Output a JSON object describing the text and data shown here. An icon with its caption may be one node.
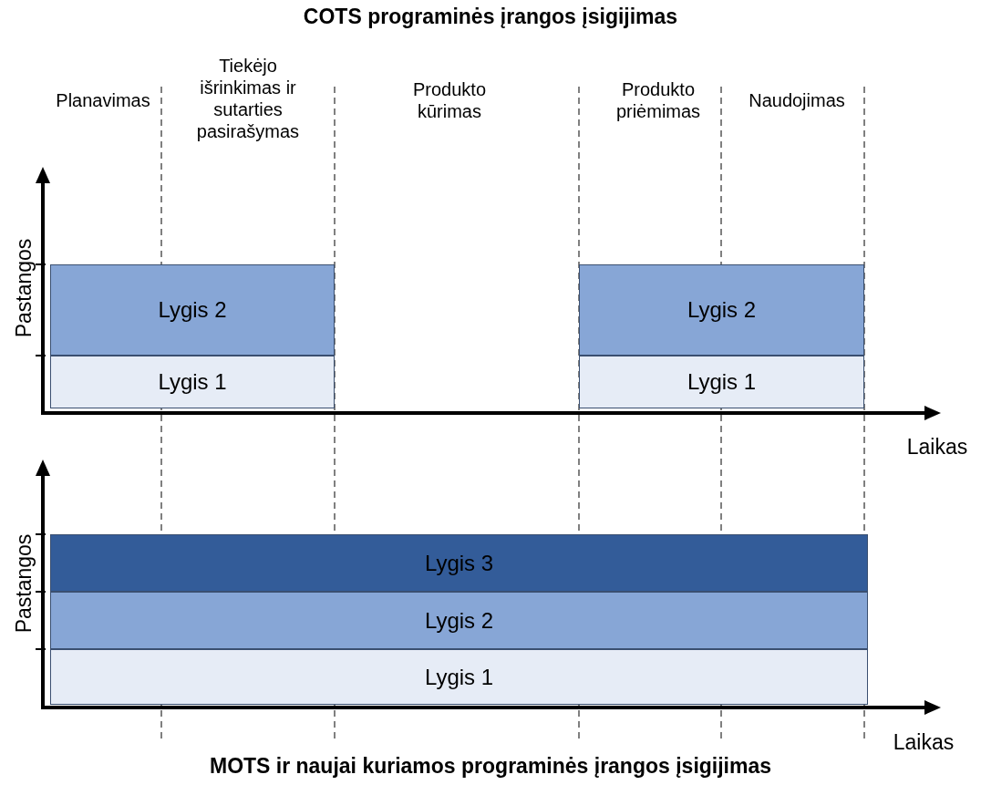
{
  "diagram": {
    "title": "COTS programinės įrangos įsigijimas",
    "caption": "MOTS ir naujai kuriamos programinės įrangos įsigijimas",
    "nodes": [
      {
        "text": [
          "Lygis 2"
        ]
      },
      {
        "text": [
          "Lygis 1"
        ]
      },
      {
        "text": [
          "Lygis 2"
        ]
      },
      {
        "text": [
          "Lygis 1"
        ]
      },
      {
        "text": [
          "Lygis 3"
        ]
      },
      {
        "text": [
          "Lygis 2"
        ]
      },
      {
        "text": [
          "Lygis 1"
        ]
      }
    ],
    "edges": [],
    "labels": [
      "Planavimas",
      "Tiekėjo išrinkimas ir sutarties pasirašymas",
      "Produkto kūrimas",
      "Produkto priėmimas",
      "Naudojimas",
      "Pastangos",
      "Laikas",
      "Pastangos",
      "Laikas"
    ]
  }
}
